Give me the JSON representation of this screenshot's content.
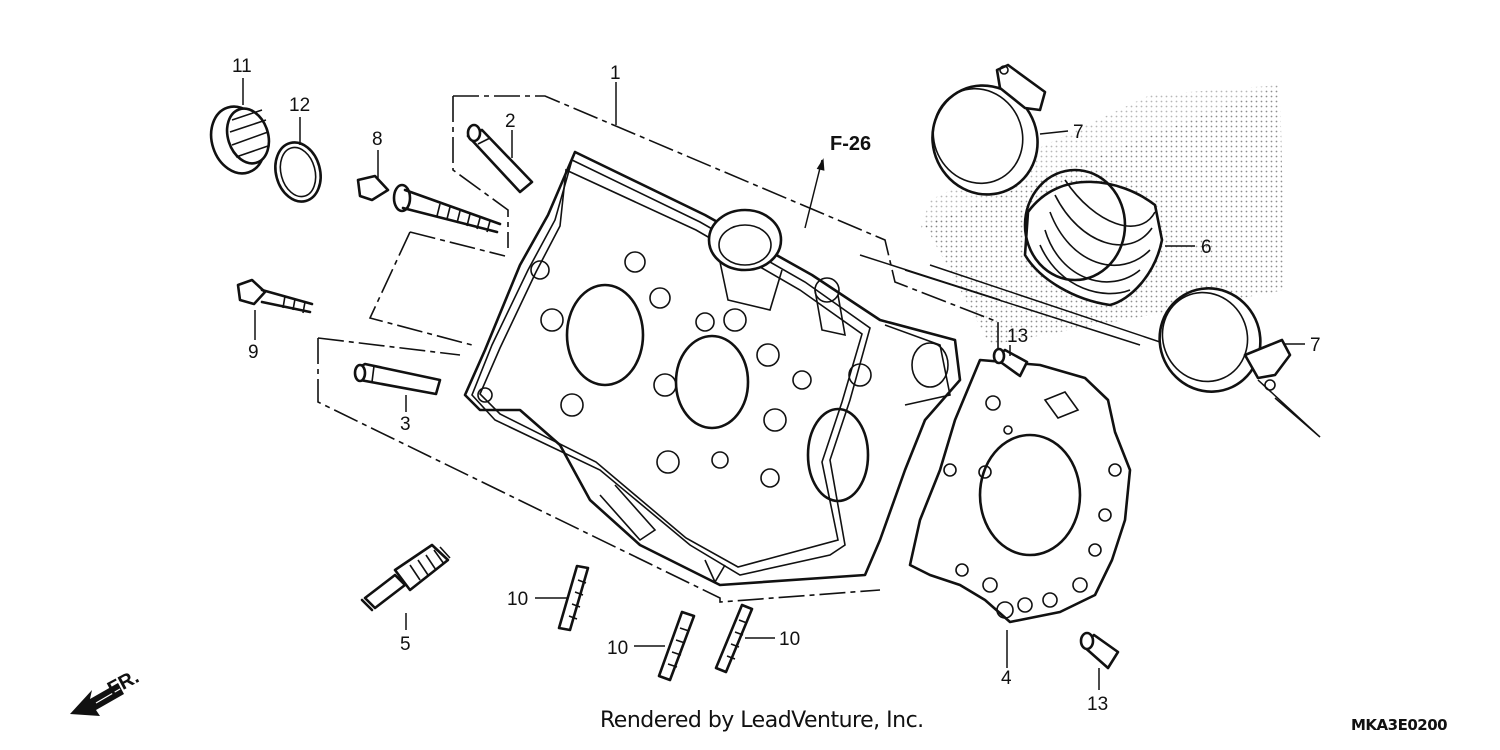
{
  "callouts": {
    "c1": "1",
    "c2": "2",
    "c3": "3",
    "c4": "4",
    "c5": "5",
    "c6": "6",
    "c7a": "7",
    "c7b": "7",
    "c8": "8",
    "c9": "9",
    "c10a": "10",
    "c10b": "10",
    "c10c": "10",
    "c11": "11",
    "c12": "12",
    "c13a": "13",
    "c13b": "13"
  },
  "reference": "F-26",
  "front_label": "FR.",
  "footer": {
    "credit": "Rendered by LeadVenture, Inc.",
    "code": "MKA3E0200"
  },
  "icons": [
    "front-direction-arrow-icon"
  ]
}
